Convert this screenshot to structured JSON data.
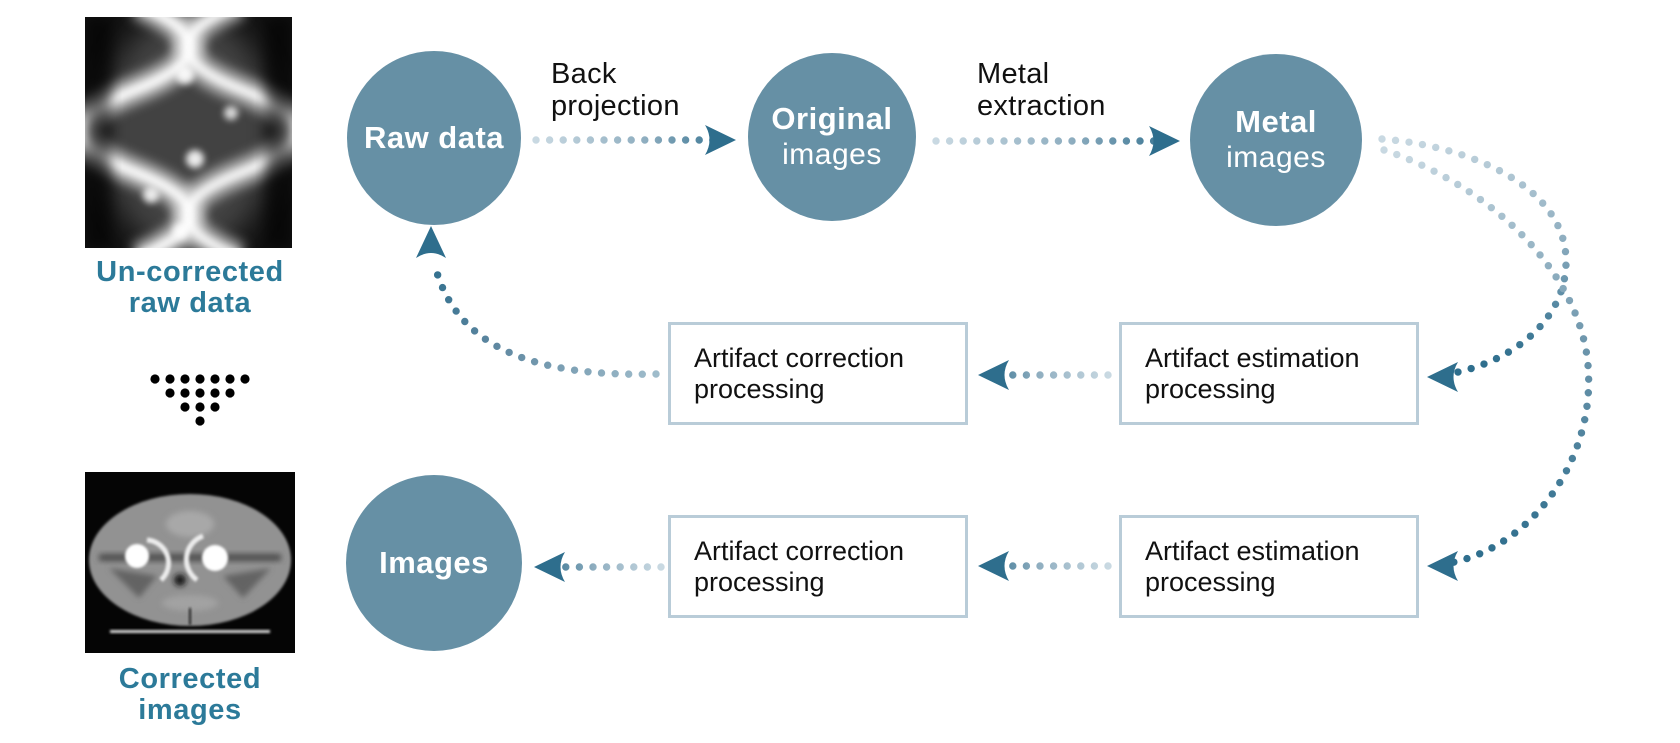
{
  "title": "CT metal artifact correction workflow diagram",
  "palette": {
    "node_fill": "#6690A5",
    "arrow_dark": "#2E6E8D",
    "arrow_mid": "#8FAEC0",
    "arrow_light": "#C9D9E2",
    "box_border": "#B9CCD8",
    "teal_text": "#2C7A99",
    "black_text": "#111111",
    "dot_black": "#000000"
  },
  "left_panel": {
    "uncorrected_label": {
      "line1": "Un-corrected",
      "line2": "raw data"
    },
    "corrected_label": {
      "line1": "Corrected",
      "line2": "images"
    },
    "sinogram_image": "uncorrected-raw-data-sinogram",
    "ct_image": "corrected-ct-axial-image",
    "down_arrow": "black-dot-triangle-pointing-down"
  },
  "nodes": {
    "raw_data": {
      "label": "Raw data"
    },
    "original_images": {
      "line1": "Original",
      "line2": "images"
    },
    "metal_images": {
      "line1": "Metal",
      "line2": "images"
    },
    "images": {
      "label": "Images"
    }
  },
  "arrow_labels": {
    "back_projection": {
      "line1": "Back",
      "line2": "projection"
    },
    "metal_extraction": {
      "line1": "Metal",
      "line2": "extraction"
    }
  },
  "process_boxes": {
    "artifact_correction_top": {
      "line1": "Artifact correction",
      "line2": "processing"
    },
    "artifact_estimation_top": {
      "line1": "Artifact estimation",
      "line2": "processing"
    },
    "artifact_correction_bottom": {
      "line1": "Artifact correction",
      "line2": "processing"
    },
    "artifact_estimation_bottom": {
      "line1": "Artifact estimation",
      "line2": "processing"
    }
  }
}
